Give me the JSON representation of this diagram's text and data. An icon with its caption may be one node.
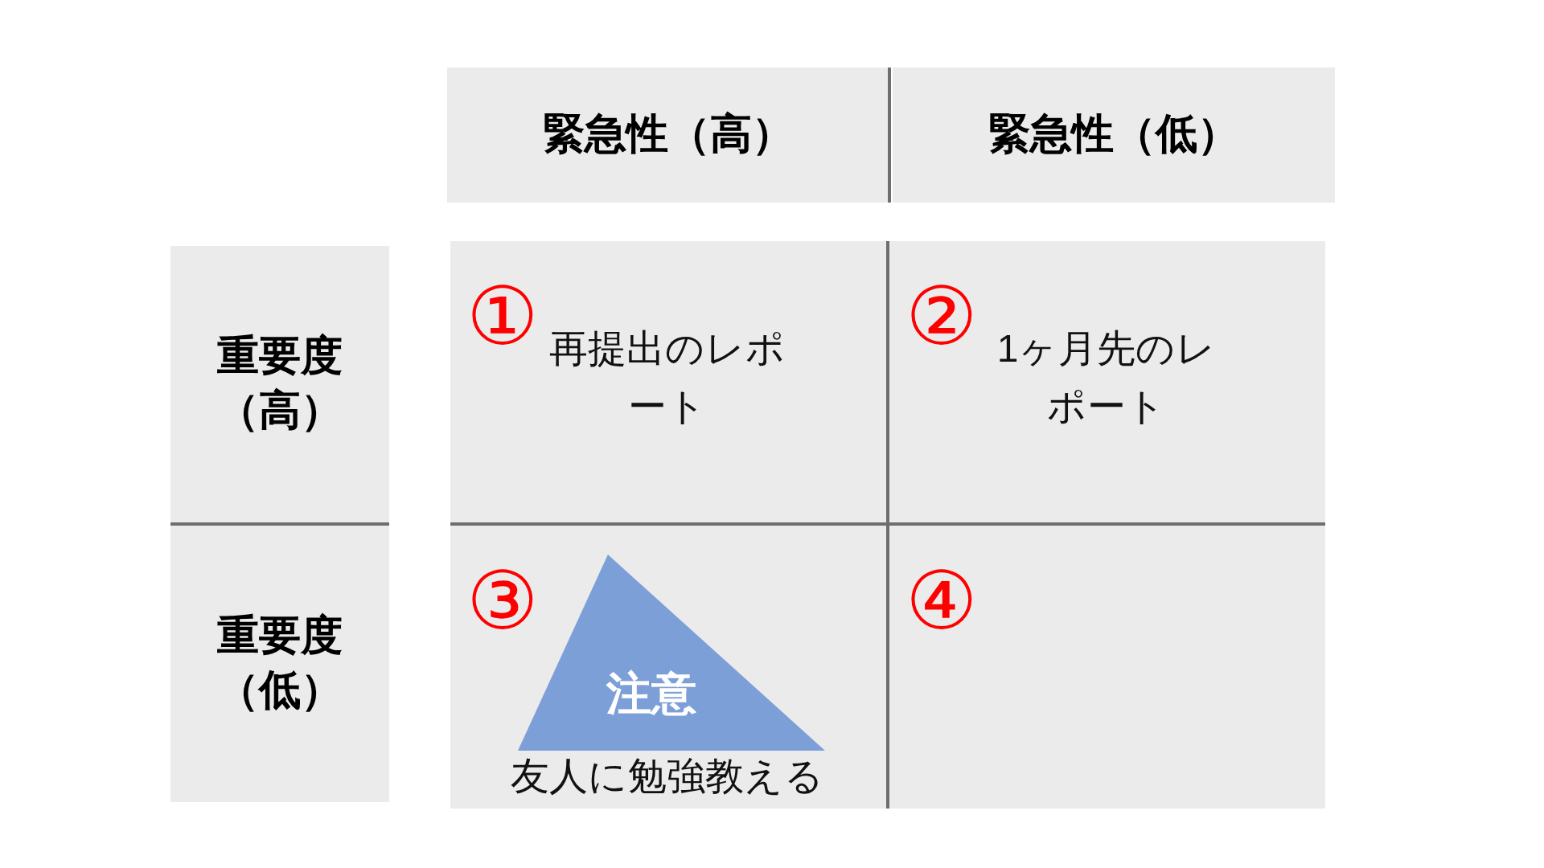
{
  "diagram": {
    "nodes": [
      {
        "text": [
          "緊急性（高）"
        ]
      },
      {
        "text": [
          "緊急性（低）"
        ]
      },
      {
        "text": [
          "重要度（高）"
        ]
      },
      {
        "text": [
          "重要度（低）"
        ]
      },
      {
        "text": [
          "①",
          "再提出のレポート"
        ]
      },
      {
        "text": [
          "②",
          "1ヶ月先のレポート"
        ]
      },
      {
        "text": [
          "③",
          "友人に勉強教える"
        ]
      },
      {
        "text": [
          "④"
        ]
      },
      {
        "text": [
          "注意"
        ],
        "in": 6
      }
    ]
  }
}
